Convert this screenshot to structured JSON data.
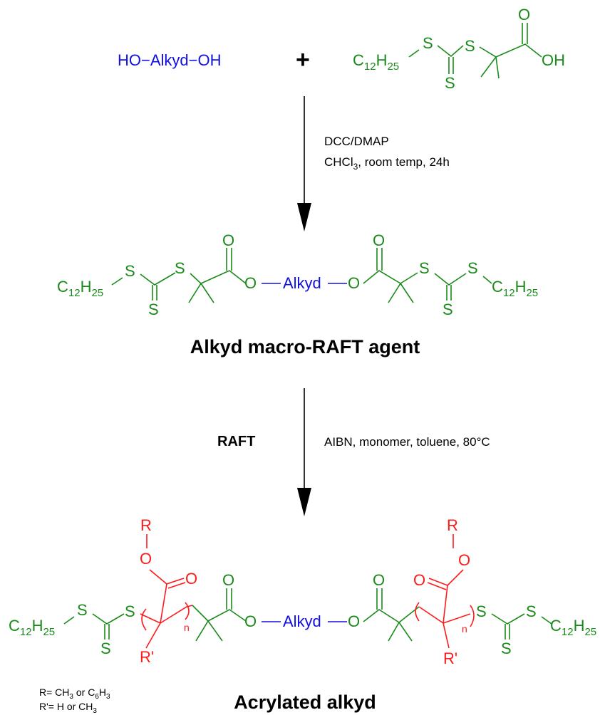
{
  "reactants": {
    "alkyd_diol": "HO−Alkyd−OH",
    "plus": "+",
    "c12h25": {
      "base": "C",
      "sub1": "12",
      "mid": "H",
      "sub2": "25"
    },
    "S": "S",
    "O": "O",
    "OH": "OH"
  },
  "step1": {
    "line1": "DCC/DMAP",
    "line2_a": "CHCl",
    "line2_sub": "3",
    "line2_b": ", room temp, 24h"
  },
  "intermediate": {
    "alkyd": "Alkyd",
    "O": "O",
    "name": "Alkyd macro-RAFT agent"
  },
  "step2": {
    "label": "RAFT",
    "conditions": "AIBN, monomer, toluene, 80°C"
  },
  "product": {
    "R": "R",
    "R_prime": "R'",
    "n": "n",
    "alkyd": "Alkyd",
    "name": "Acrylated alkyd"
  },
  "legend": {
    "line1_a": "R= CH",
    "line1_sub1": "3",
    "line1_b": " or C",
    "line1_sub2": "6",
    "line1_c": "H",
    "line1_sub3": "3",
    "line2_a": "R'= H or CH",
    "line2_sub": "3"
  },
  "colors": {
    "raft_agent": "#1a8a1a",
    "alkyd": "#1010e0",
    "monomer": "#ff1a1a",
    "arrows": "#000000"
  }
}
